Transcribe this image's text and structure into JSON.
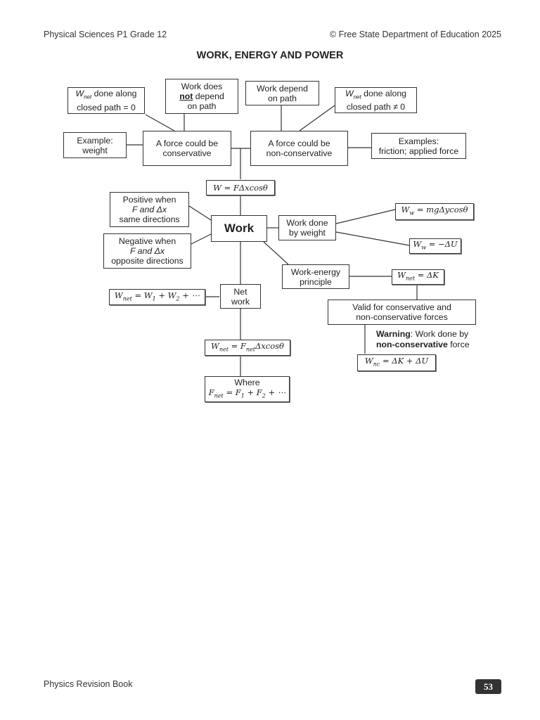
{
  "header": {
    "left": "Physical Sciences P1 Grade 12",
    "right": "© Free State Department of Education 2025"
  },
  "title": "WORK, ENERGY AND POWER",
  "nodes": {
    "wnet_closed_zero": {
      "line1_suffix": " done along",
      "line2": "closed path = 0"
    },
    "not_depend": {
      "line1": "Work does",
      "line2_bold": "not",
      "line2_rest": " depend",
      "line3": "on path"
    },
    "depend": {
      "line1": "Work depend",
      "line2": "on path"
    },
    "wnet_closed_nonzero": {
      "line1_suffix": " done along",
      "line2": "closed path ≠ 0"
    },
    "example_weight": {
      "line1": "Example:",
      "line2": "weight"
    },
    "conservative": {
      "line1": "A force could be",
      "line2": "conservative"
    },
    "nonconservative": {
      "line1": "A force could be",
      "line2": "non-conservative"
    },
    "examples_friction": {
      "line1": "Examples:",
      "line2": "friction; applied force"
    },
    "positive": {
      "line1": "Positive when",
      "line2": "F and Δx",
      "line3": "same directions"
    },
    "negative": {
      "line1": "Negative when",
      "line2": "F and Δx",
      "line3": "opposite directions"
    },
    "work": {
      "label": "Work"
    },
    "work_by_weight": {
      "line1": "Work done",
      "line2": "by weight"
    },
    "work_energy": {
      "line1": "Work-energy",
      "line2": "principle"
    },
    "net_work": {
      "line1": "Net",
      "line2": "work"
    },
    "valid": {
      "line1": "Valid for conservative and",
      "line2": "non-conservative forces"
    },
    "where": {
      "line1": "Where"
    }
  },
  "formulas": {
    "w_def": "W = FΔxcosθ",
    "ww_mg": "= mgΔycosθ",
    "ww_du": "= −ΔU",
    "wnet_dk": "= ΔK",
    "wnet_sum": "= W",
    "wnet_fnet": "= F",
    "wnet_fnet_tail": "Δxcosθ",
    "wnc": "= ΔK + ΔU",
    "fnet_sum": "= F"
  },
  "warning": {
    "bold1": "Warning",
    "text1": ": Work done by",
    "bold2": "non-conservative",
    "text2": " force"
  },
  "footer": {
    "left": "Physics Revision Book",
    "page": "53"
  }
}
